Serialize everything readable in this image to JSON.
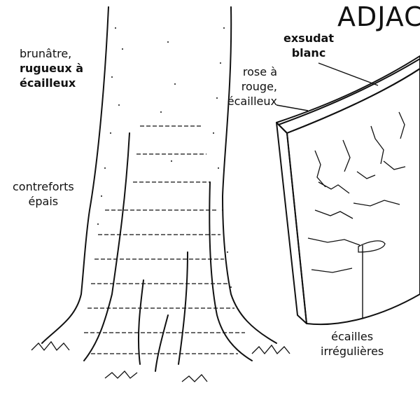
{
  "title": "ADJAC",
  "labels": {
    "trunk_color": "brunâtre,",
    "trunk_texture": "rugueux à",
    "trunk_texture2": "écailleux",
    "buttress": "contreforts",
    "buttress2": "épais",
    "inner_color": "rose à",
    "inner_color2": "rouge,",
    "inner_color3": "écailleux",
    "exudate": "exsudat",
    "exudate2": "blanc",
    "scales": "écailles",
    "scales2": "irrégulières"
  },
  "colors": {
    "ink": "#111111",
    "paper": "#ffffff"
  }
}
